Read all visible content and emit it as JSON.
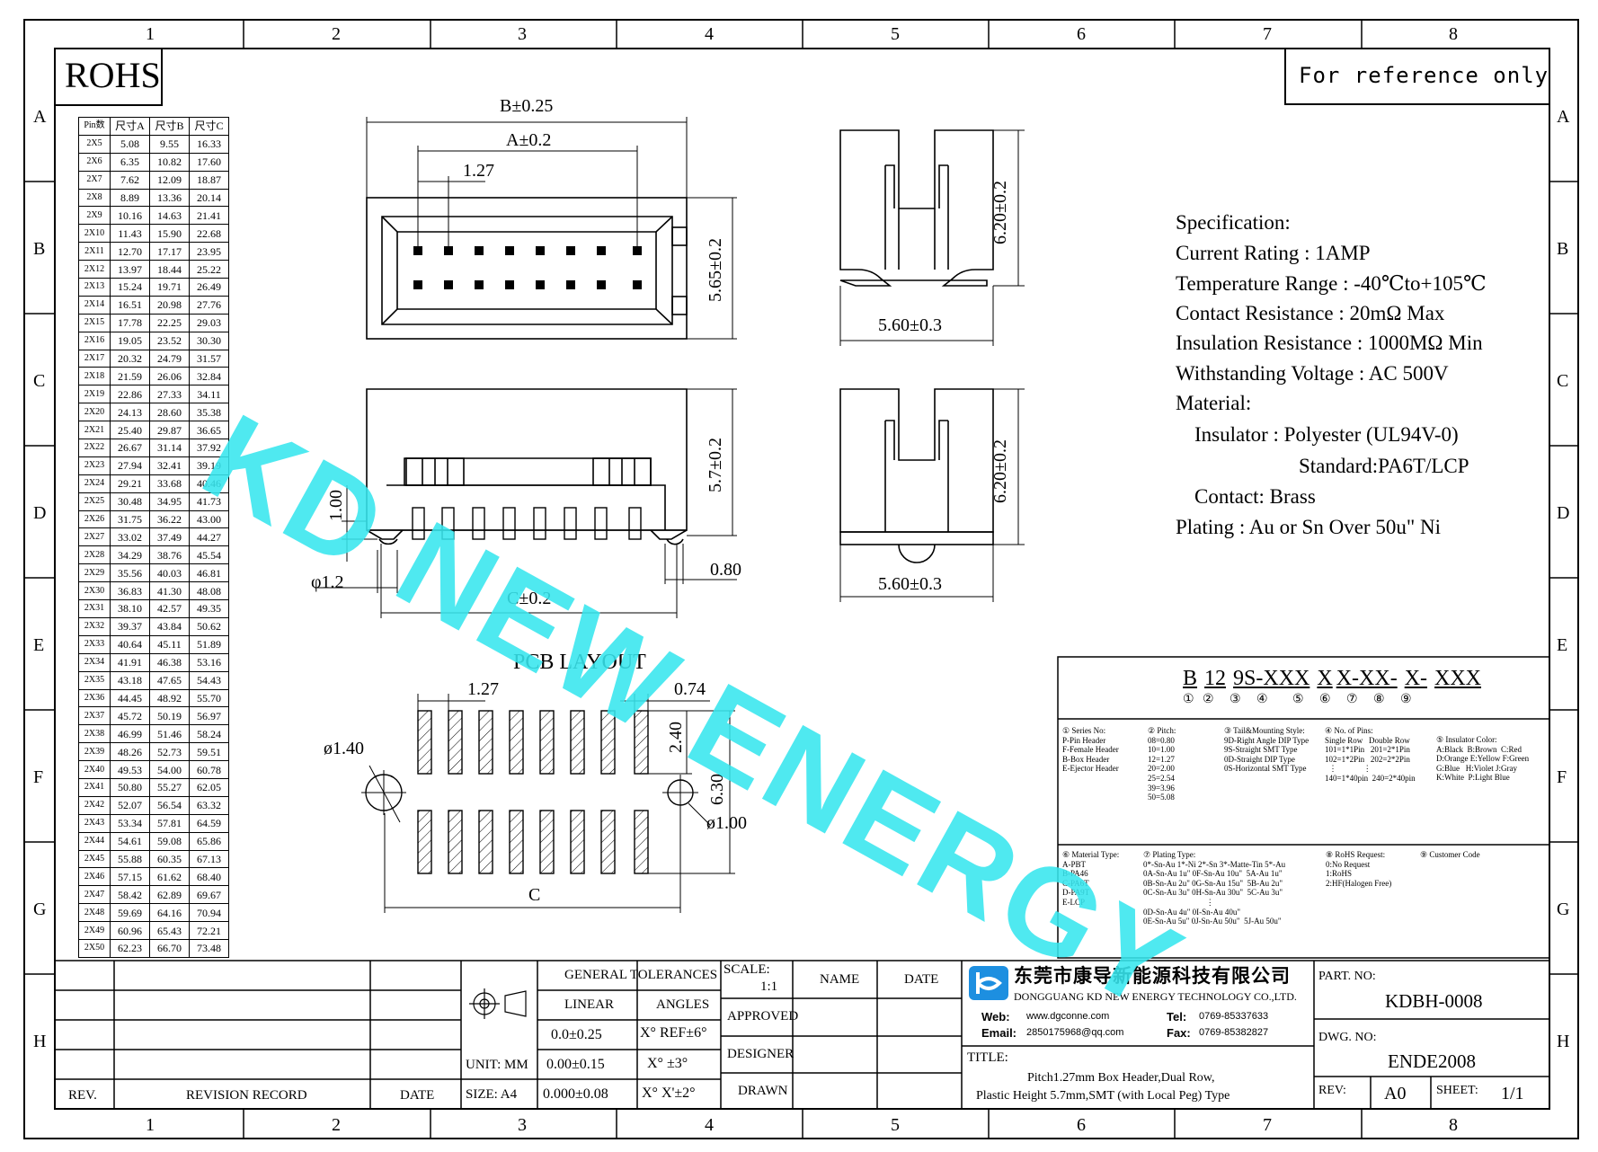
{
  "border": {
    "col_labels": [
      "1",
      "2",
      "3",
      "4",
      "5",
      "6",
      "7",
      "8"
    ],
    "row_labels": [
      "A",
      "B",
      "C",
      "D",
      "E",
      "F",
      "G",
      "H"
    ]
  },
  "rohs": "ROHS",
  "reference_note": "For reference only",
  "watermark": "KD NEW ENERGY",
  "pin_table": {
    "headers": [
      "Pin数",
      "尺寸A",
      "尺寸B",
      "尺寸C"
    ],
    "rows": [
      [
        "2X5",
        "5.08",
        "9.55",
        "16.33"
      ],
      [
        "2X6",
        "6.35",
        "10.82",
        "17.60"
      ],
      [
        "2X7",
        "7.62",
        "12.09",
        "18.87"
      ],
      [
        "2X8",
        "8.89",
        "13.36",
        "20.14"
      ],
      [
        "2X9",
        "10.16",
        "14.63",
        "21.41"
      ],
      [
        "2X10",
        "11.43",
        "15.90",
        "22.68"
      ],
      [
        "2X11",
        "12.70",
        "17.17",
        "23.95"
      ],
      [
        "2X12",
        "13.97",
        "18.44",
        "25.22"
      ],
      [
        "2X13",
        "15.24",
        "19.71",
        "26.49"
      ],
      [
        "2X14",
        "16.51",
        "20.98",
        "27.76"
      ],
      [
        "2X15",
        "17.78",
        "22.25",
        "29.03"
      ],
      [
        "2X16",
        "19.05",
        "23.52",
        "30.30"
      ],
      [
        "2X17",
        "20.32",
        "24.79",
        "31.57"
      ],
      [
        "2X18",
        "21.59",
        "26.06",
        "32.84"
      ],
      [
        "2X19",
        "22.86",
        "27.33",
        "34.11"
      ],
      [
        "2X20",
        "24.13",
        "28.60",
        "35.38"
      ],
      [
        "2X21",
        "25.40",
        "29.87",
        "36.65"
      ],
      [
        "2X22",
        "26.67",
        "31.14",
        "37.92"
      ],
      [
        "2X23",
        "27.94",
        "32.41",
        "39.19"
      ],
      [
        "2X24",
        "29.21",
        "33.68",
        "40.46"
      ],
      [
        "2X25",
        "30.48",
        "34.95",
        "41.73"
      ],
      [
        "2X26",
        "31.75",
        "36.22",
        "43.00"
      ],
      [
        "2X27",
        "33.02",
        "37.49",
        "44.27"
      ],
      [
        "2X28",
        "34.29",
        "38.76",
        "45.54"
      ],
      [
        "2X29",
        "35.56",
        "40.03",
        "46.81"
      ],
      [
        "2X30",
        "36.83",
        "41.30",
        "48.08"
      ],
      [
        "2X31",
        "38.10",
        "42.57",
        "49.35"
      ],
      [
        "2X32",
        "39.37",
        "43.84",
        "50.62"
      ],
      [
        "2X33",
        "40.64",
        "45.11",
        "51.89"
      ],
      [
        "2X34",
        "41.91",
        "46.38",
        "53.16"
      ],
      [
        "2X35",
        "43.18",
        "47.65",
        "54.43"
      ],
      [
        "2X36",
        "44.45",
        "48.92",
        "55.70"
      ],
      [
        "2X37",
        "45.72",
        "50.19",
        "56.97"
      ],
      [
        "2X38",
        "46.99",
        "51.46",
        "58.24"
      ],
      [
        "2X39",
        "48.26",
        "52.73",
        "59.51"
      ],
      [
        "2X40",
        "49.53",
        "54.00",
        "60.78"
      ],
      [
        "2X41",
        "50.80",
        "55.27",
        "62.05"
      ],
      [
        "2X42",
        "52.07",
        "56.54",
        "63.32"
      ],
      [
        "2X43",
        "53.34",
        "57.81",
        "64.59"
      ],
      [
        "2X44",
        "54.61",
        "59.08",
        "65.86"
      ],
      [
        "2X45",
        "55.88",
        "60.35",
        "67.13"
      ],
      [
        "2X46",
        "57.15",
        "61.62",
        "68.40"
      ],
      [
        "2X47",
        "58.42",
        "62.89",
        "69.67"
      ],
      [
        "2X48",
        "59.69",
        "64.16",
        "70.94"
      ],
      [
        "2X49",
        "60.96",
        "65.43",
        "72.21"
      ],
      [
        "2X50",
        "62.23",
        "66.70",
        "73.48"
      ]
    ]
  },
  "dims": {
    "b": "B±0.25",
    "a": "A±0.2",
    "pitch": "1.27",
    "h565": "5.65±0.2",
    "h57": "5.7±0.2",
    "h620a": "6.20±0.2",
    "w560a": "5.60±0.3",
    "h620b": "6.20±0.2",
    "w560b": "5.60±0.3",
    "d100": "1.00",
    "phi12": "φ1.2",
    "c02": "C±0.2",
    "d080": "0.80"
  },
  "pcb": {
    "title": "PCB LAYOUT",
    "pitch": "1.27",
    "pad_w": "0.74",
    "hole": "ø1.40",
    "pad_len": "2.40",
    "row_span": "6.30",
    "peg": "ø1.00",
    "c": "C"
  },
  "spec": {
    "title": "Specification:",
    "current": "Current Rating : 1AMP",
    "temp": "Temperature Range : -40℃to+105℃",
    "contact_res": "Contact Resistance : 20mΩ Max",
    "insulation": "Insulation Resistance : 1000MΩ Min",
    "voltage": "Withstanding Voltage : AC 500V",
    "material": "Material:",
    "insulator": "Insulator : Polyester (UL94V-0)",
    "standard": "Standard:PA6T/LCP",
    "contact": "Contact: Brass",
    "plating": "Plating : Au or Sn Over 50u\" Ni"
  },
  "partcode": {
    "segments": [
      "B",
      "12",
      "9S-",
      "XXX",
      "X",
      "X-",
      "XX-",
      "X-",
      "XXX"
    ],
    "markers": [
      "①",
      "②",
      "③",
      "④",
      "⑤",
      "⑥",
      "⑦",
      "⑧",
      "⑨"
    ]
  },
  "codes": {
    "c1": "① Series No:\nP-Pin Header\nF-Female Header\nB-Box Header\nE-Ejector Header",
    "c2": "② Pitch:\n08=0.80\n10=1.00\n12=1.27\n20=2.00\n25=2.54\n39=3.96\n50=5.08",
    "c3": "③ Tail&Mounting Style:\n9D-Right Angle DIP Type\n9S-Straight SMT Type\n0D-Straight DIP Type\n0S-Horizontal SMT Type",
    "c4": "④ No. of Pins:\nSingle Row   Double Row\n101=1*1Pin   201=2*1Pin\n102=1*2Pin   202=2*2Pin\n  ⋮             ⋮\n140=1*40pin  240=2*40pin",
    "c5": "⑤ Insulator Color:\nA:Black  B:Brown  C:Red\nD:Orange E:Yellow F:Green\nG:Blue   H:Violet J:Gray\nK:White  P:Light Blue",
    "c6": "⑥ Material Type:\nA-PBT\nB-PA46\nC-PA6T\nD-PA9T\nE-LCP",
    "c7": "⑦ Plating Type:\n0*-Sn-Au 1*-Ni 2*-Sn 3*-Matte-Tin 5*-Au\n0A-Sn-Au 1u\" 0F-Sn-Au 10u\"  5A-Au 1u\"\n0B-Sn-Au 2u\" 0G-Sn-Au 15u\"  5B-Au 2u\"\n0C-Sn-Au 3u\" 0H-Sn-Au 30u\"  5C-Au 3u\"\n                               ⋮\n0D-Sn-Au 4u\" 0I-Sn-Au 40u\"\n0E-Sn-Au 5u\" 0J-Sn-Au 50u\"  5J-Au 50u\"",
    "c8": "⑧ RoHS Request:\n0:No Request\n1:RoHS\n2:HF(Halogen Free)",
    "c9": "⑨ Customer Code"
  },
  "titleblock": {
    "general_tol": "GENERAL TOLERANCES",
    "linear": "LINEAR",
    "angles": "ANGLES",
    "tol1": "0.0±0.25",
    "ang1": "X° REF±6°",
    "tol2": "0.00±0.15",
    "ang2": "X° ±3°",
    "tol3": "0.000±0.08",
    "ang3": "X° X'±2°",
    "unit": "UNIT: MM",
    "size": "SIZE: A4",
    "scale": "SCALE:",
    "scale_val": "1:1",
    "name": "NAME",
    "date": "DATE",
    "approved": "APPROVED",
    "designer": "DESIGNER",
    "drawn": "DRAWN",
    "rev": "REV.",
    "revision_record": "REVISION RECORD",
    "date2": "DATE",
    "company_cn": "东莞市康导新能源科技有限公司",
    "company_en": "DONGGUANG KD NEW ENERGY TECHNOLOGY CO.,LTD.",
    "web_label": "Web:",
    "web": "www.dgconne.com",
    "tel_label": "Tel:",
    "tel": "0769-85337633",
    "email_label": "Email:",
    "email": "2850175968@qq.com",
    "fax_label": "Fax:",
    "fax": "0769-85382827",
    "title_label": "TITLE:",
    "title1": "Pitch1.27mm Box Header,Dual Row,",
    "title2": "Plastic Height 5.7mm,SMT (with Local Peg) Type",
    "part_label": "PART. NO:",
    "part_no": "KDBH-0008",
    "dwg_label": "DWG. NO:",
    "dwg_no": "ENDE2008",
    "rev_label": "REV:",
    "rev_val": "A0",
    "sheet_label": "SHEET:",
    "sheet_val": "1/1"
  }
}
